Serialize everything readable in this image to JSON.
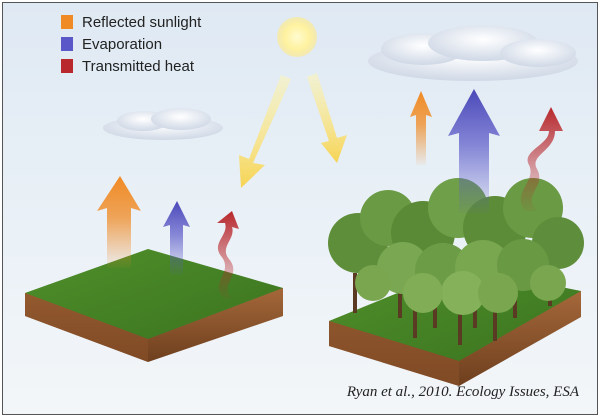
{
  "legend": {
    "items": [
      {
        "label": "Reflected sunlight",
        "color": "#f08a24"
      },
      {
        "label": "Evaporation",
        "color": "#5a58c8"
      },
      {
        "label": "Transmitted heat",
        "color": "#b8282c"
      }
    ]
  },
  "citation": "Ryan et al., 2010. Ecology Issues, ESA",
  "icons": {
    "sun": "sun-icon",
    "cloud": "cloud-icon",
    "grass_block": "grass-block",
    "forest_block": "forest-block"
  }
}
